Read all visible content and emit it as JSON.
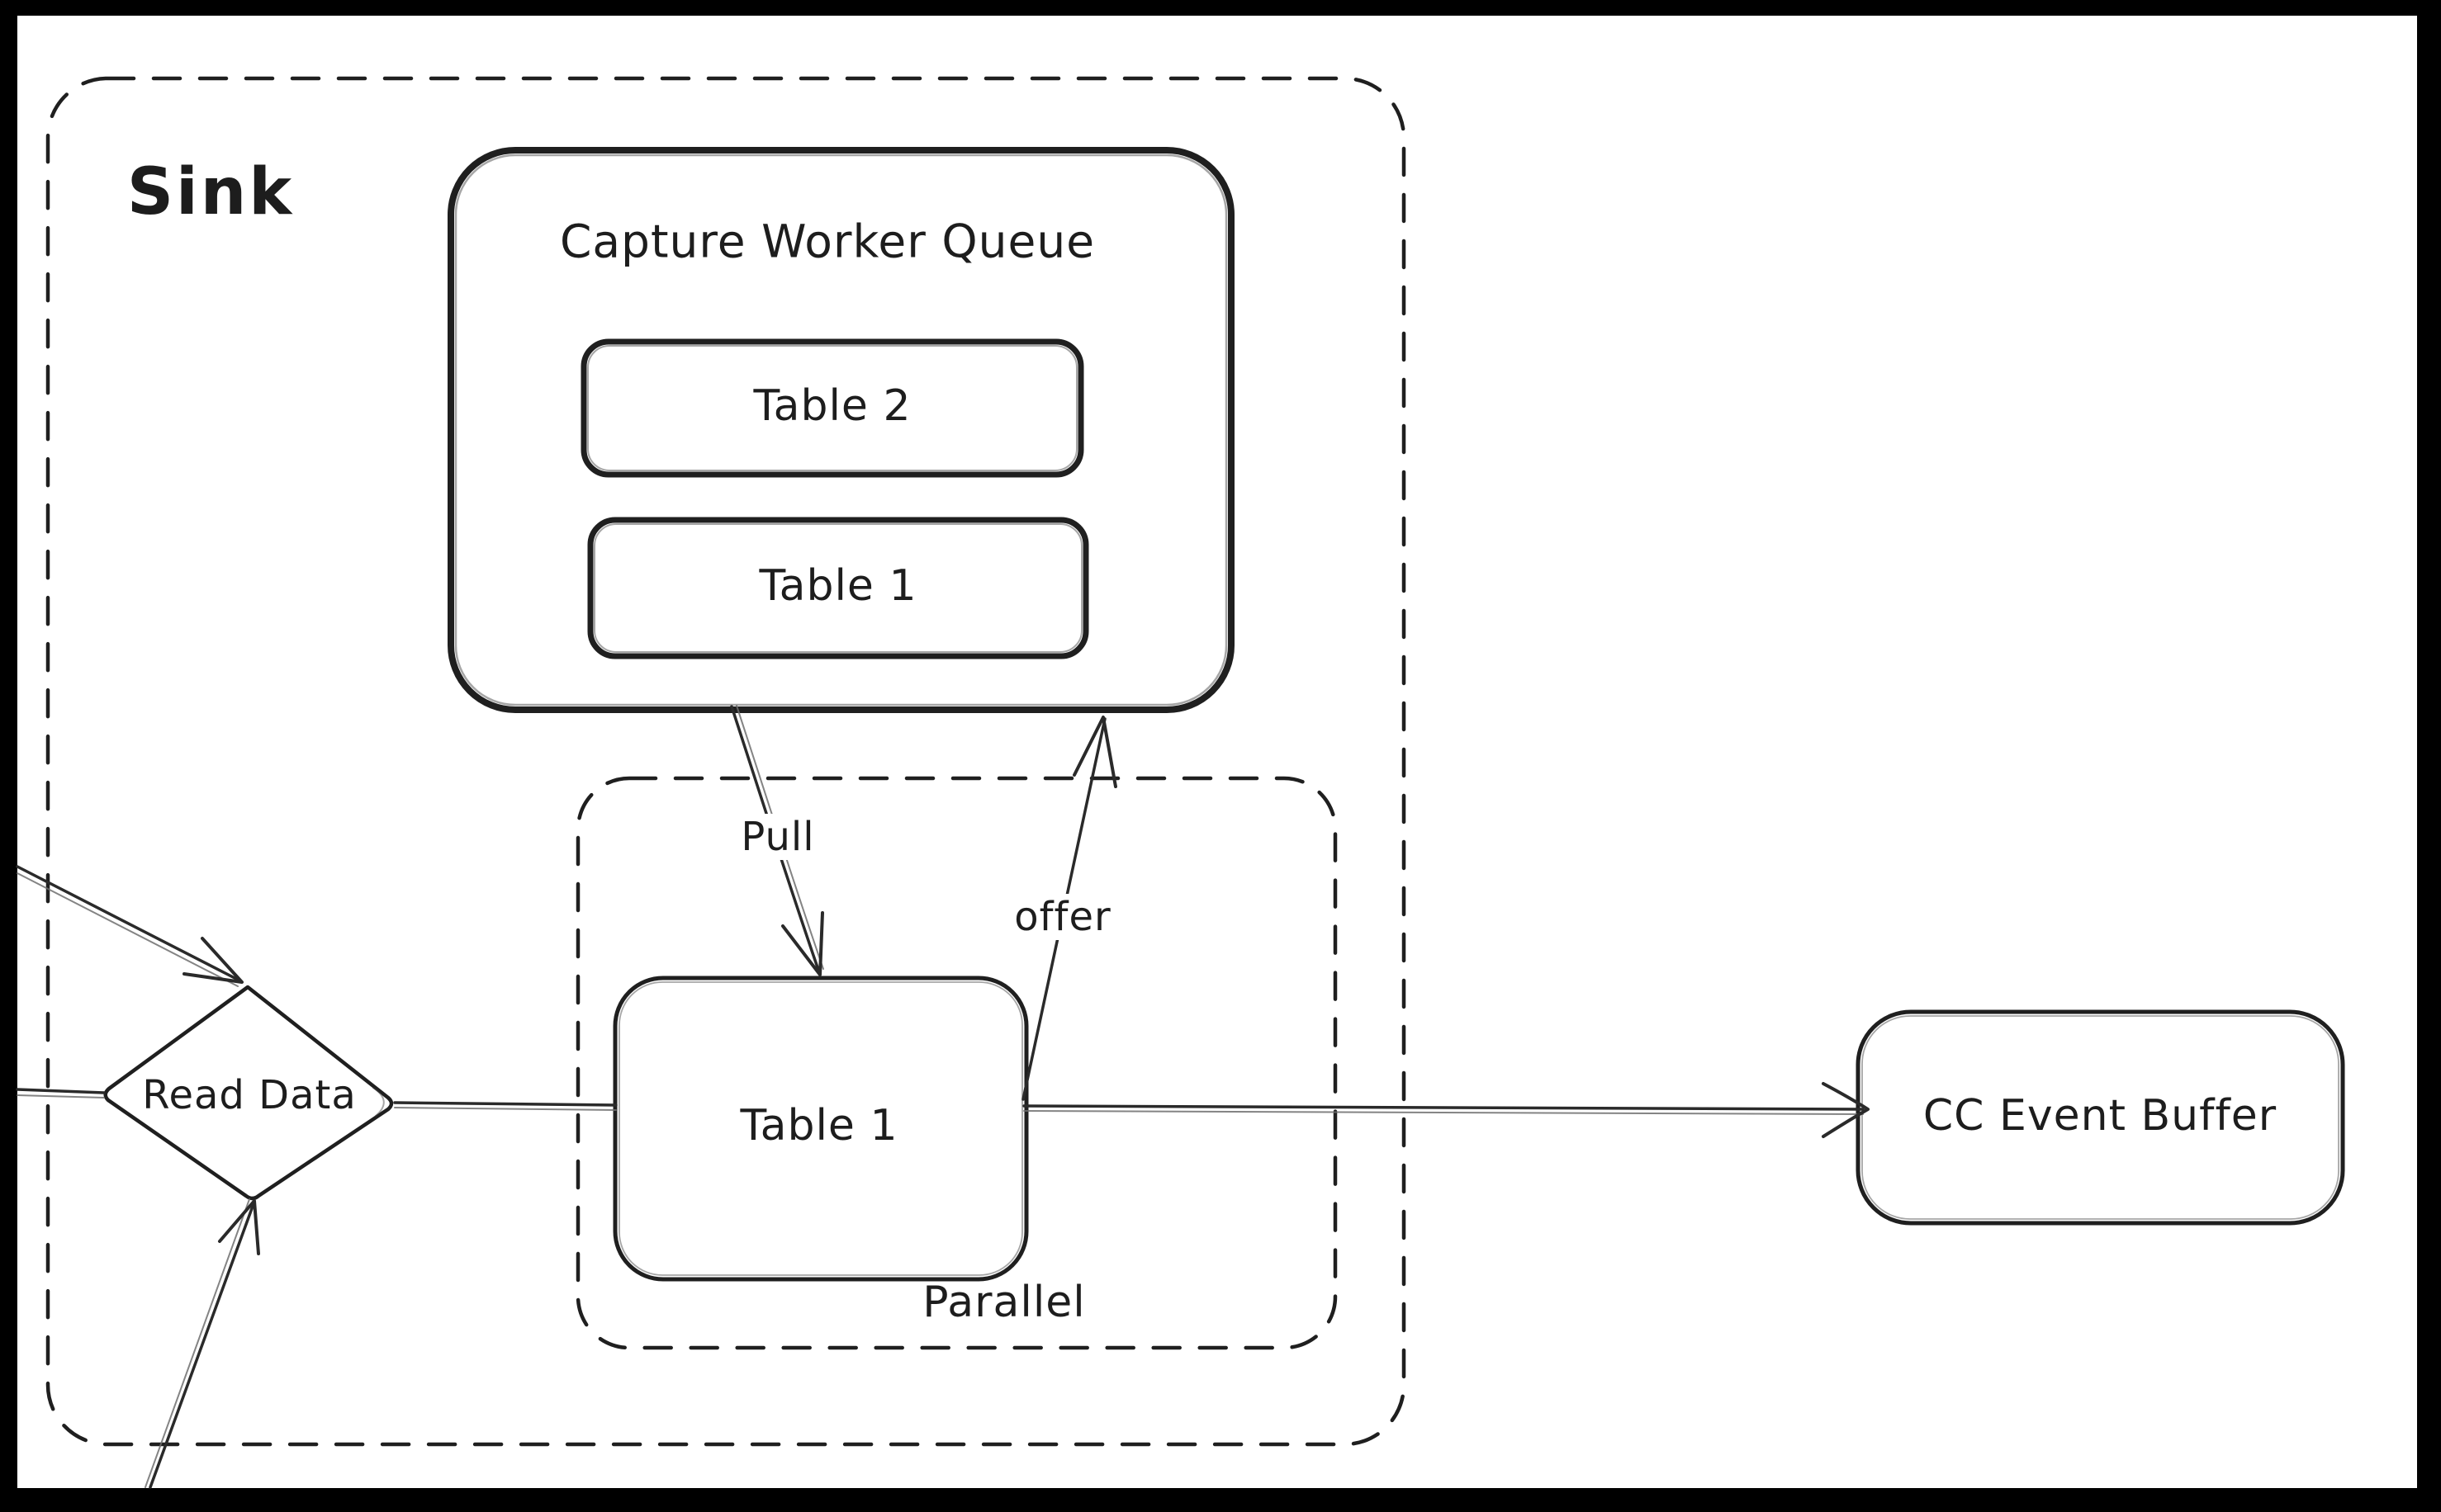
{
  "sink": {
    "label": "Sink"
  },
  "capture_worker_queue": {
    "title": "Capture Worker Queue",
    "items": [
      "Table 2",
      "Table 1"
    ]
  },
  "parallel_group": {
    "label": "Parallel",
    "table": "Table 1"
  },
  "read_data": {
    "label": "Read Data"
  },
  "cc_event_buffer": {
    "label": "CC Event Buffer"
  },
  "edges": {
    "pull": "Pull",
    "offer": "offer"
  },
  "colors": {
    "ink": "#1d1d1d",
    "background": "#ffffff",
    "frame": "#000000"
  }
}
